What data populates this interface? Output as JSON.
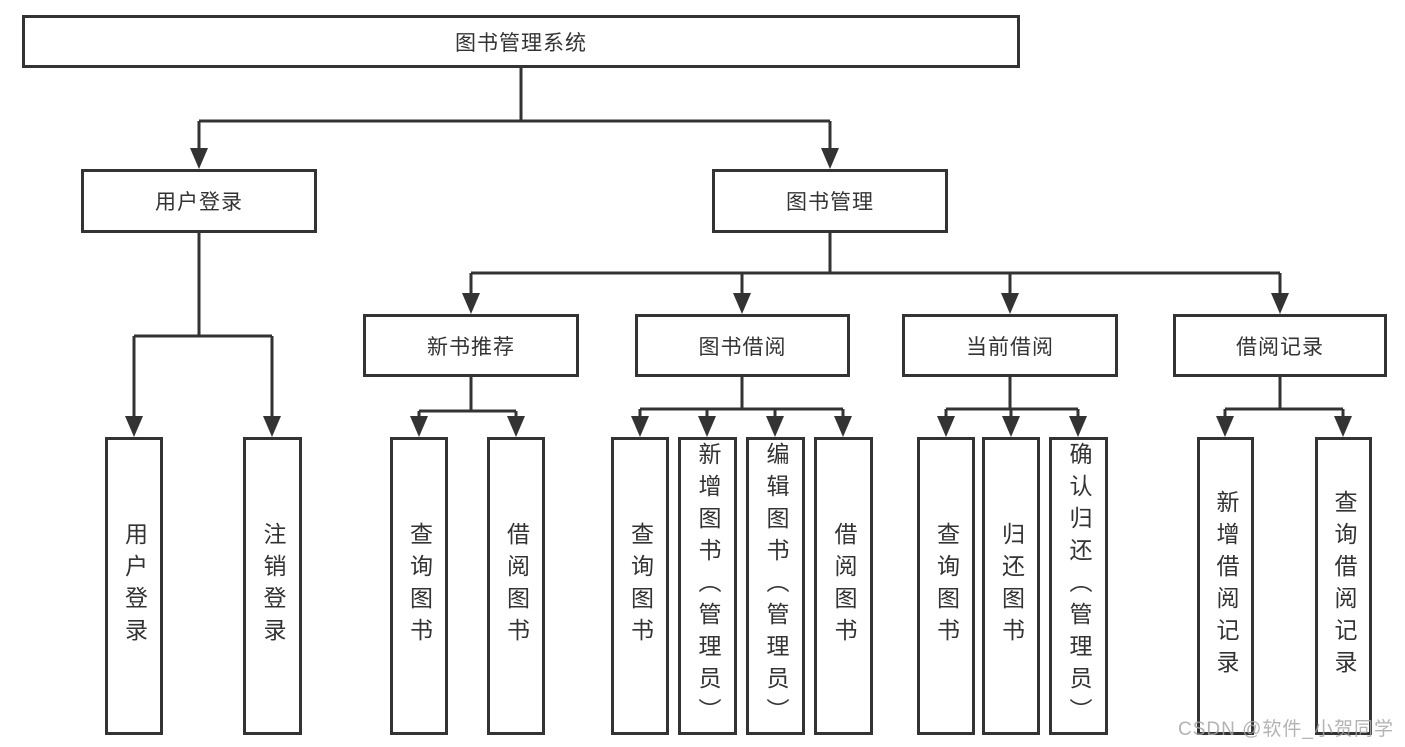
{
  "diagram": {
    "root": {
      "label": "图书管理系统"
    },
    "branches": [
      {
        "label": "用户登录",
        "children": [
          {
            "label": "用户登录"
          },
          {
            "label": "注销登录"
          }
        ]
      },
      {
        "label": "图书管理",
        "children": [
          {
            "label": "新书推荐",
            "children": [
              {
                "label": "查询图书"
              },
              {
                "label": "借阅图书"
              }
            ]
          },
          {
            "label": "图书借阅",
            "children": [
              {
                "label": "查询图书"
              },
              {
                "label": "新增图书（管理员）"
              },
              {
                "label": "编辑图书（管理员）"
              },
              {
                "label": "借阅图书"
              }
            ]
          },
          {
            "label": "当前借阅",
            "children": [
              {
                "label": "查询图书"
              },
              {
                "label": "归还图书"
              },
              {
                "label": "确认归还（管理员）"
              }
            ]
          },
          {
            "label": "借阅记录",
            "children": [
              {
                "label": "新增借阅记录"
              },
              {
                "label": "查询借阅记录"
              }
            ]
          }
        ]
      }
    ],
    "watermark": "CSDN @软件_小贺同学",
    "colors": {
      "line": "#333333",
      "text": "#333333",
      "watermark": "#a6a6a6"
    }
  }
}
